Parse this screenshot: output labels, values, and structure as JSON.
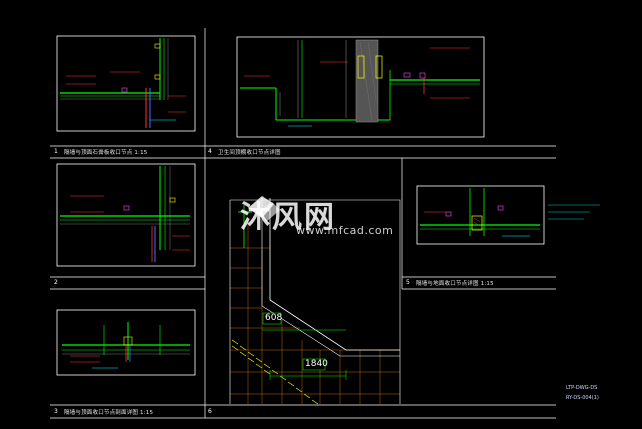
{
  "sheet": {
    "captions": [
      {
        "num": "1",
        "text": "隔墙与顶面石膏板收口节点 1:15"
      },
      {
        "num": "4",
        "text": "卫生间顶棚收口节点详图"
      },
      {
        "num": "2",
        "text": ""
      },
      {
        "num": "3",
        "text": "隔墙与顶面收口节点剖面详图 1:15"
      },
      {
        "num": "5",
        "text": "隔墙与地面收口节点详图 1:15"
      },
      {
        "num": "6",
        "text": ""
      }
    ],
    "dimensions": {
      "d1": "608",
      "d2": "1840"
    },
    "footer": {
      "line1": "LTP-DWG-DS",
      "line2": "RY-DS-004(1)"
    }
  },
  "watermark": {
    "brand": "沐风网",
    "url": "www.mfcad.com"
  },
  "colors": {
    "background": "#000000",
    "frame": "#ffffff",
    "green": "#00ff00",
    "cyan": "#00ffff",
    "red": "#ff3030",
    "yellow": "#ffff00",
    "orange": "#ff8c1a",
    "magenta": "#ff44ff",
    "blue": "#4a6cff",
    "grey": "#9a9a9a"
  }
}
